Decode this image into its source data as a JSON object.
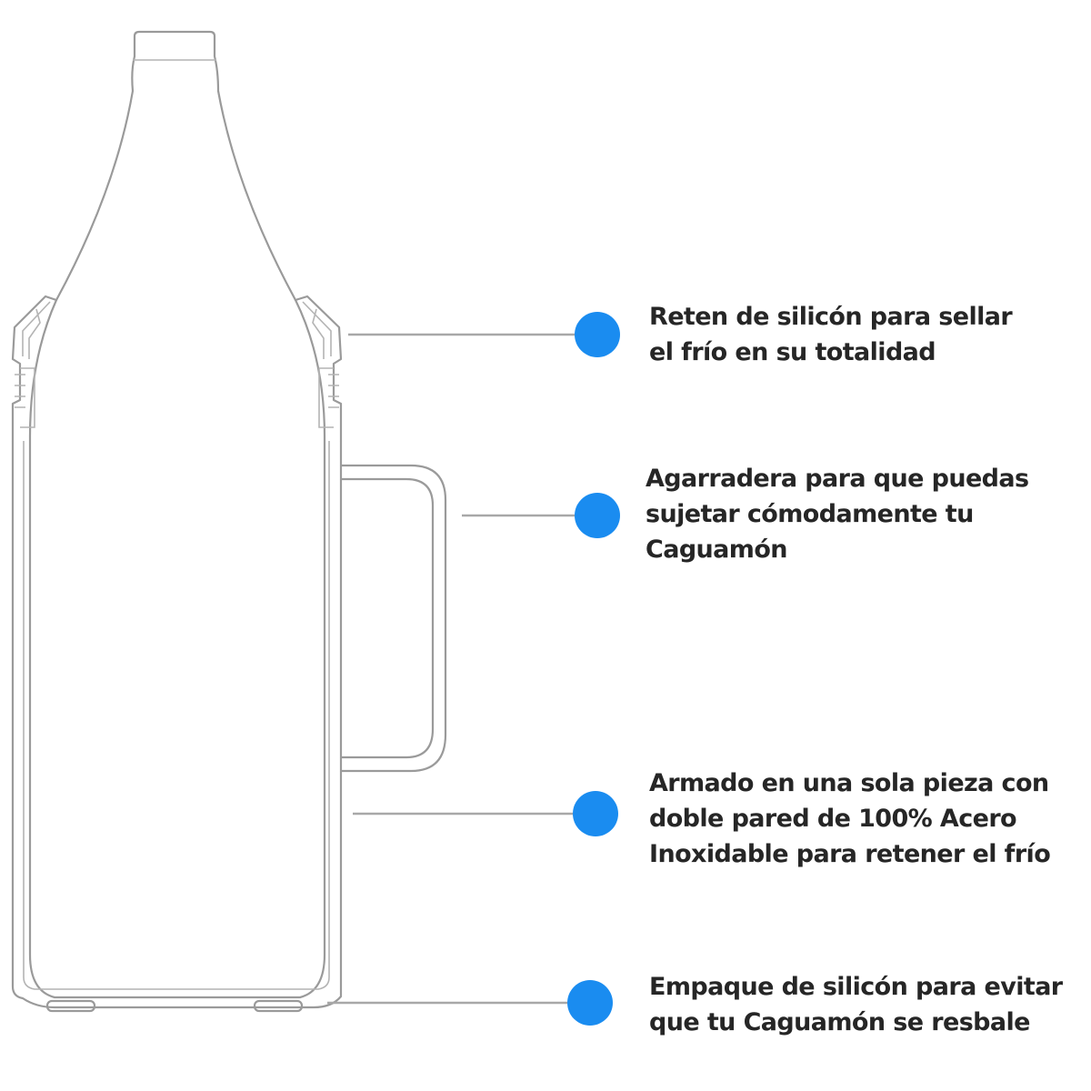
{
  "callouts": [
    {
      "id": "silicone-seal",
      "lines": [
        "Reten de silicón para sellar",
        "el frío en su totalidad"
      ]
    },
    {
      "id": "handle",
      "lines": [
        "Agarradera para que puedas",
        "sujetar cómodamente tu",
        "Caguamón"
      ]
    },
    {
      "id": "double-wall",
      "lines": [
        "Armado en una sola pieza con",
        "doble pared de 100% Acero",
        "Inoxidable para retener el frío"
      ]
    },
    {
      "id": "base-gasket",
      "lines": [
        "Empaque de silicón para evitar",
        "que tu Caguamón se resbale"
      ]
    }
  ],
  "colors": {
    "dot": "#1a8cf0",
    "outline": "#9a9a9a",
    "text": "#262626"
  }
}
